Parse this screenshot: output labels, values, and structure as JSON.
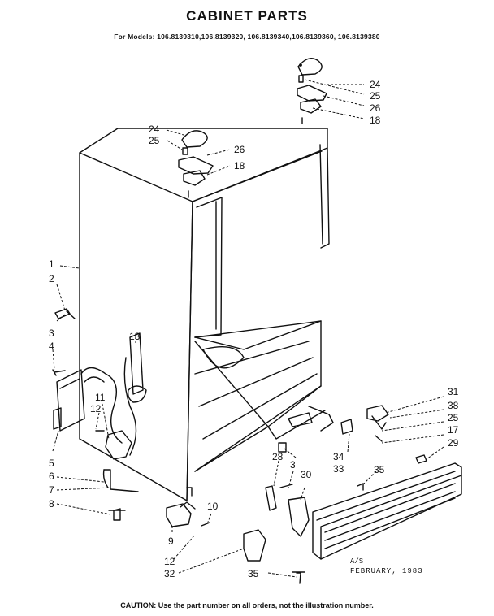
{
  "title": "CABINET PARTS",
  "models_line": "For Models: 106.8139310,106.8139320, 106.8139340,106.8139360, 106.8139380",
  "part_numbers": [
    {
      "id": "24a",
      "text": "24"
    },
    {
      "id": "25a",
      "text": "25"
    },
    {
      "id": "26a",
      "text": "26"
    },
    {
      "id": "18a",
      "text": "18"
    },
    {
      "id": "24b",
      "text": "24"
    },
    {
      "id": "25b",
      "text": "25"
    },
    {
      "id": "26b",
      "text": "26"
    },
    {
      "id": "18b",
      "text": "18"
    },
    {
      "id": "1",
      "text": "1"
    },
    {
      "id": "2",
      "text": "2"
    },
    {
      "id": "3a",
      "text": "3"
    },
    {
      "id": "4",
      "text": "4"
    },
    {
      "id": "13",
      "text": "13"
    },
    {
      "id": "11",
      "text": "11"
    },
    {
      "id": "12a",
      "text": "12"
    },
    {
      "id": "5",
      "text": "5"
    },
    {
      "id": "6",
      "text": "6"
    },
    {
      "id": "7",
      "text": "7"
    },
    {
      "id": "8",
      "text": "8"
    },
    {
      "id": "10",
      "text": "10"
    },
    {
      "id": "9",
      "text": "9"
    },
    {
      "id": "12b",
      "text": "12"
    },
    {
      "id": "32",
      "text": "32"
    },
    {
      "id": "28",
      "text": "28"
    },
    {
      "id": "3b",
      "text": "3"
    },
    {
      "id": "30",
      "text": "30"
    },
    {
      "id": "34",
      "text": "34"
    },
    {
      "id": "33",
      "text": "33"
    },
    {
      "id": "35a",
      "text": "35"
    },
    {
      "id": "35b",
      "text": "35"
    },
    {
      "id": "31",
      "text": "31"
    },
    {
      "id": "38",
      "text": "38"
    },
    {
      "id": "25c",
      "text": "25"
    },
    {
      "id": "17",
      "text": "17"
    },
    {
      "id": "29",
      "text": "29"
    }
  ],
  "footer": {
    "code": "A/S",
    "date": "FEBRUARY, 1983"
  },
  "caution": "CAUTION: Use the part number on all orders, not the illustration number."
}
